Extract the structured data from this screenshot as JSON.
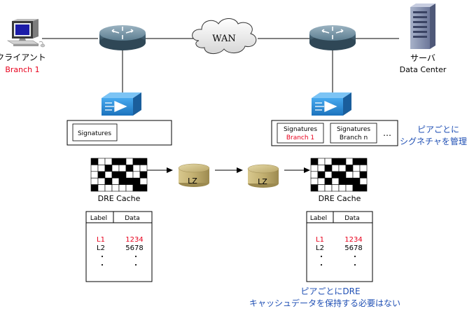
{
  "client": {
    "label": "クライアント",
    "sublabel": "Branch 1"
  },
  "server": {
    "label": "サーバ",
    "sublabel": "Data Center"
  },
  "wan": {
    "label": "WAN"
  },
  "left_signatures": {
    "label": "Signatures"
  },
  "right_signatures": {
    "entries": [
      {
        "title": "Signatures",
        "sub": "Branch 1"
      },
      {
        "title": "Signatures",
        "sub": "Branch n"
      }
    ],
    "ellipsis": "…"
  },
  "peer_note": {
    "line1": "ピアごとに",
    "line2": "シグネチャを管理"
  },
  "lz": {
    "left": "LZ",
    "right": "LZ"
  },
  "dre_left": {
    "caption": "DRE Cache",
    "headers": [
      "Label",
      "Data"
    ],
    "rows": [
      {
        "label": "L1",
        "data": "1234"
      },
      {
        "label": "L2",
        "data": "5678"
      }
    ],
    "dot": "・"
  },
  "dre_right": {
    "caption": "DRE Cache",
    "headers": [
      "Label",
      "Data"
    ],
    "rows": [
      {
        "label": "L1",
        "data": "1234"
      },
      {
        "label": "L2",
        "data": "5678"
      }
    ],
    "dot": "・"
  },
  "bottom_note": {
    "line1": "ピアごとにDRE",
    "line2": "キャッシュデータを保持する必要はない"
  },
  "colors": {
    "note_blue": "#1f4fb4",
    "highlight_red": "#e8001c",
    "router": "#4d6f83",
    "accelerator": "#2a8fd8",
    "lz_disk": "#c9b77a"
  },
  "icons": {
    "client": "pc-icon",
    "server": "server-icon",
    "router": "router-icon",
    "wan": "cloud-icon",
    "accelerator": "wan-optimizer-icon",
    "storage": "disk-icon"
  }
}
